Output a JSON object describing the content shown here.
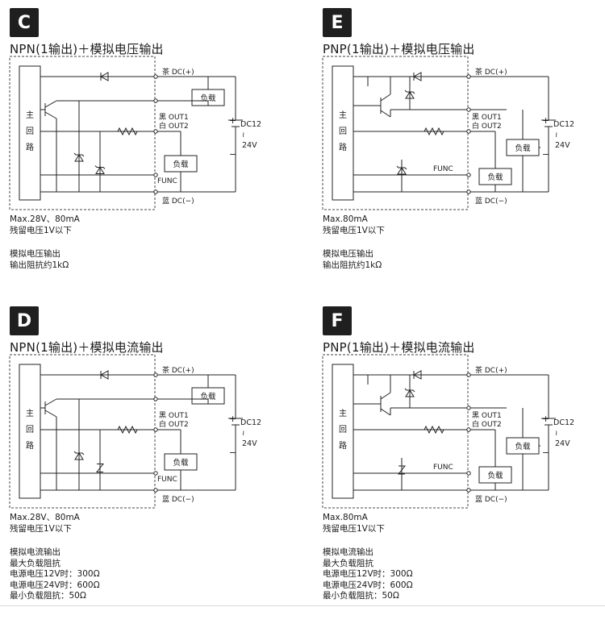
{
  "panels": {
    "C": {
      "letter": "C",
      "title": "NPN(1输出)＋模拟电压输出",
      "main_circuit": [
        "主",
        "回",
        "路"
      ],
      "terminals": {
        "brown": "茶  DC(+)",
        "out1": "黑 OUT1",
        "out2": "白 OUT2",
        "func": "FUNC",
        "blue": "蓝  DC(−)"
      },
      "load": "负载",
      "supply": {
        "plus": "+",
        "voltage": "DC12",
        "tilde": "≀",
        "voltage2": "24V",
        "minus": "−"
      },
      "spec": [
        "Max.28V、80mA",
        "残留电压1V以下"
      ],
      "notes": [
        "模拟电压输出",
        "输出阻抗约1kΩ"
      ]
    },
    "E": {
      "letter": "E",
      "title": "PNP(1输出)＋模拟电压输出",
      "main_circuit": [
        "主",
        "回",
        "路"
      ],
      "terminals": {
        "brown": "茶  DC(+)",
        "out1": "黑 OUT1",
        "out2": "白 OUT2",
        "func": "FUNC",
        "blue": "蓝  DC(−)"
      },
      "load": "负载",
      "supply": {
        "plus": "+",
        "voltage": "DC12",
        "tilde": "≀",
        "voltage2": "24V",
        "minus": "−"
      },
      "spec": [
        "Max.80mA",
        "残留电压1V以下"
      ],
      "notes": [
        "模拟电压输出",
        "输出阻抗约1kΩ"
      ]
    },
    "D": {
      "letter": "D",
      "title": "NPN(1输出)＋模拟电流输出",
      "main_circuit": [
        "主",
        "回",
        "路"
      ],
      "terminals": {
        "brown": "茶  DC(+)",
        "out1": "黑 OUT1",
        "out2": "白 OUT2",
        "func": "FUNC",
        "blue": "蓝  DC(−)"
      },
      "load": "负载",
      "supply": {
        "plus": "+",
        "voltage": "DC12",
        "tilde": "≀",
        "voltage2": "24V",
        "minus": "−"
      },
      "spec": [
        "Max.28V、80mA",
        "残留电压1V以下"
      ],
      "notes": [
        "模拟电流输出",
        "最大负载阻抗",
        "电源电压12V时：300Ω",
        "电源电压24V时：600Ω",
        "最小负载阻抗：50Ω"
      ]
    },
    "F": {
      "letter": "F",
      "title": "PNP(1输出)＋模拟电流输出",
      "main_circuit": [
        "主",
        "回",
        "路"
      ],
      "terminals": {
        "brown": "茶  DC(+)",
        "out1": "黑 OUT1",
        "out2": "白 OUT2",
        "func": "FUNC",
        "blue": "蓝  DC(−)"
      },
      "load": "负载",
      "supply": {
        "plus": "+",
        "voltage": "DC12",
        "tilde": "≀",
        "voltage2": "24V",
        "minus": "−"
      },
      "spec": [
        "Max.80mA",
        "残留电压1V以下"
      ],
      "notes": [
        "模拟电流输出",
        "最大负载阻抗",
        "电源电压12V时：300Ω",
        "电源电压24V时：600Ω",
        "最小负载阻抗：50Ω"
      ]
    }
  }
}
